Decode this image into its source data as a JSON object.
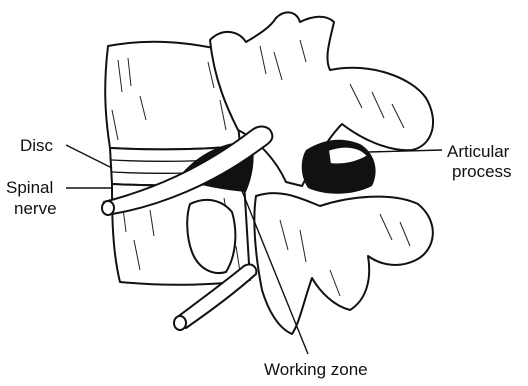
{
  "labels": {
    "disc": "Disc",
    "spinal_nerve_line1": "Spinal",
    "spinal_nerve_line2": "nerve",
    "articular_line1": "Articular",
    "articular_line2": "process",
    "working_zone": "Working zone"
  },
  "colors": {
    "ink": "#111111",
    "background": "#ffffff"
  }
}
